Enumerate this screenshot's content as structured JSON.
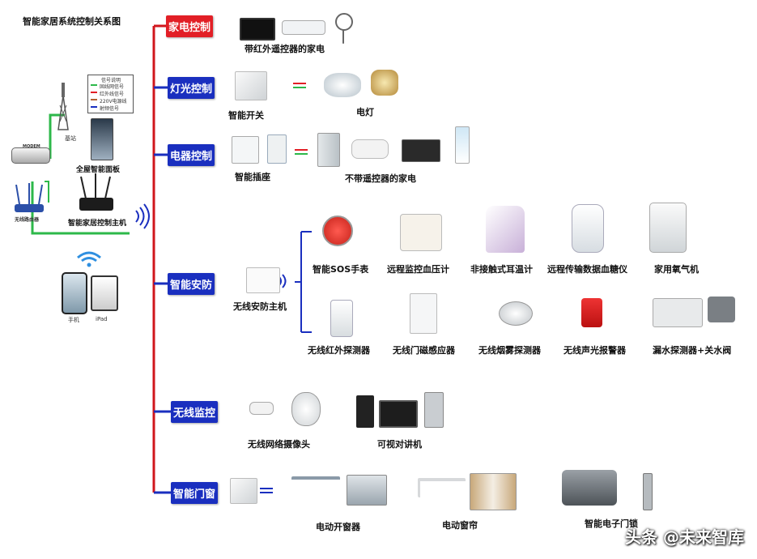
{
  "title": "智能家居系统控制关系图",
  "legend": {
    "heading": "信号说明",
    "items": [
      "固线网信号",
      "红外线信号",
      "220V电源线",
      "射频信号"
    ],
    "colors": [
      "#2db84a",
      "#e21f26",
      "#b06030",
      "#1a2fbf"
    ]
  },
  "left_devices": {
    "modem": "MODEM",
    "base_station": "基站",
    "panel": "全屋智能面板",
    "router": "无线路由器",
    "host": "智能家居控制主机",
    "phone": "手机",
    "ipad": "iPad"
  },
  "categories": [
    {
      "label": "家电控制",
      "color": "#e21f26"
    },
    {
      "label": "灯光控制",
      "color": "#1a2fbf"
    },
    {
      "label": "电器控制",
      "color": "#1a2fbf"
    },
    {
      "label": "智能安防",
      "color": "#1a2fbf"
    },
    {
      "label": "无线监控",
      "color": "#1a2fbf"
    },
    {
      "label": "智能门窗",
      "color": "#1a2fbf"
    }
  ],
  "labels": {
    "appliance_ir": "带红外遥控器的家电",
    "smart_switch": "智能开关",
    "lamp": "电灯",
    "smart_socket": "智能插座",
    "appliance_noir": "不带遥控器的家电",
    "security_host": "无线安防主机",
    "sos": "智能SOS手表",
    "bp": "远程监控血压计",
    "thermo": "非接触式耳温计",
    "glucose": "远程传输数据血糖仪",
    "oxygen": "家用氧气机",
    "ir_detector": "无线红外探测器",
    "door_sensor": "无线门磁感应器",
    "smoke": "无线烟雾探测器",
    "alarm": "无线声光报警器",
    "water": "漏水探测器+关水阀",
    "camera": "无线网络摄像头",
    "intercom": "可视对讲机",
    "window": "电动开窗器",
    "curtain": "电动窗帘",
    "lock": "智能电子门锁"
  },
  "watermark": "头条 @未来智库"
}
